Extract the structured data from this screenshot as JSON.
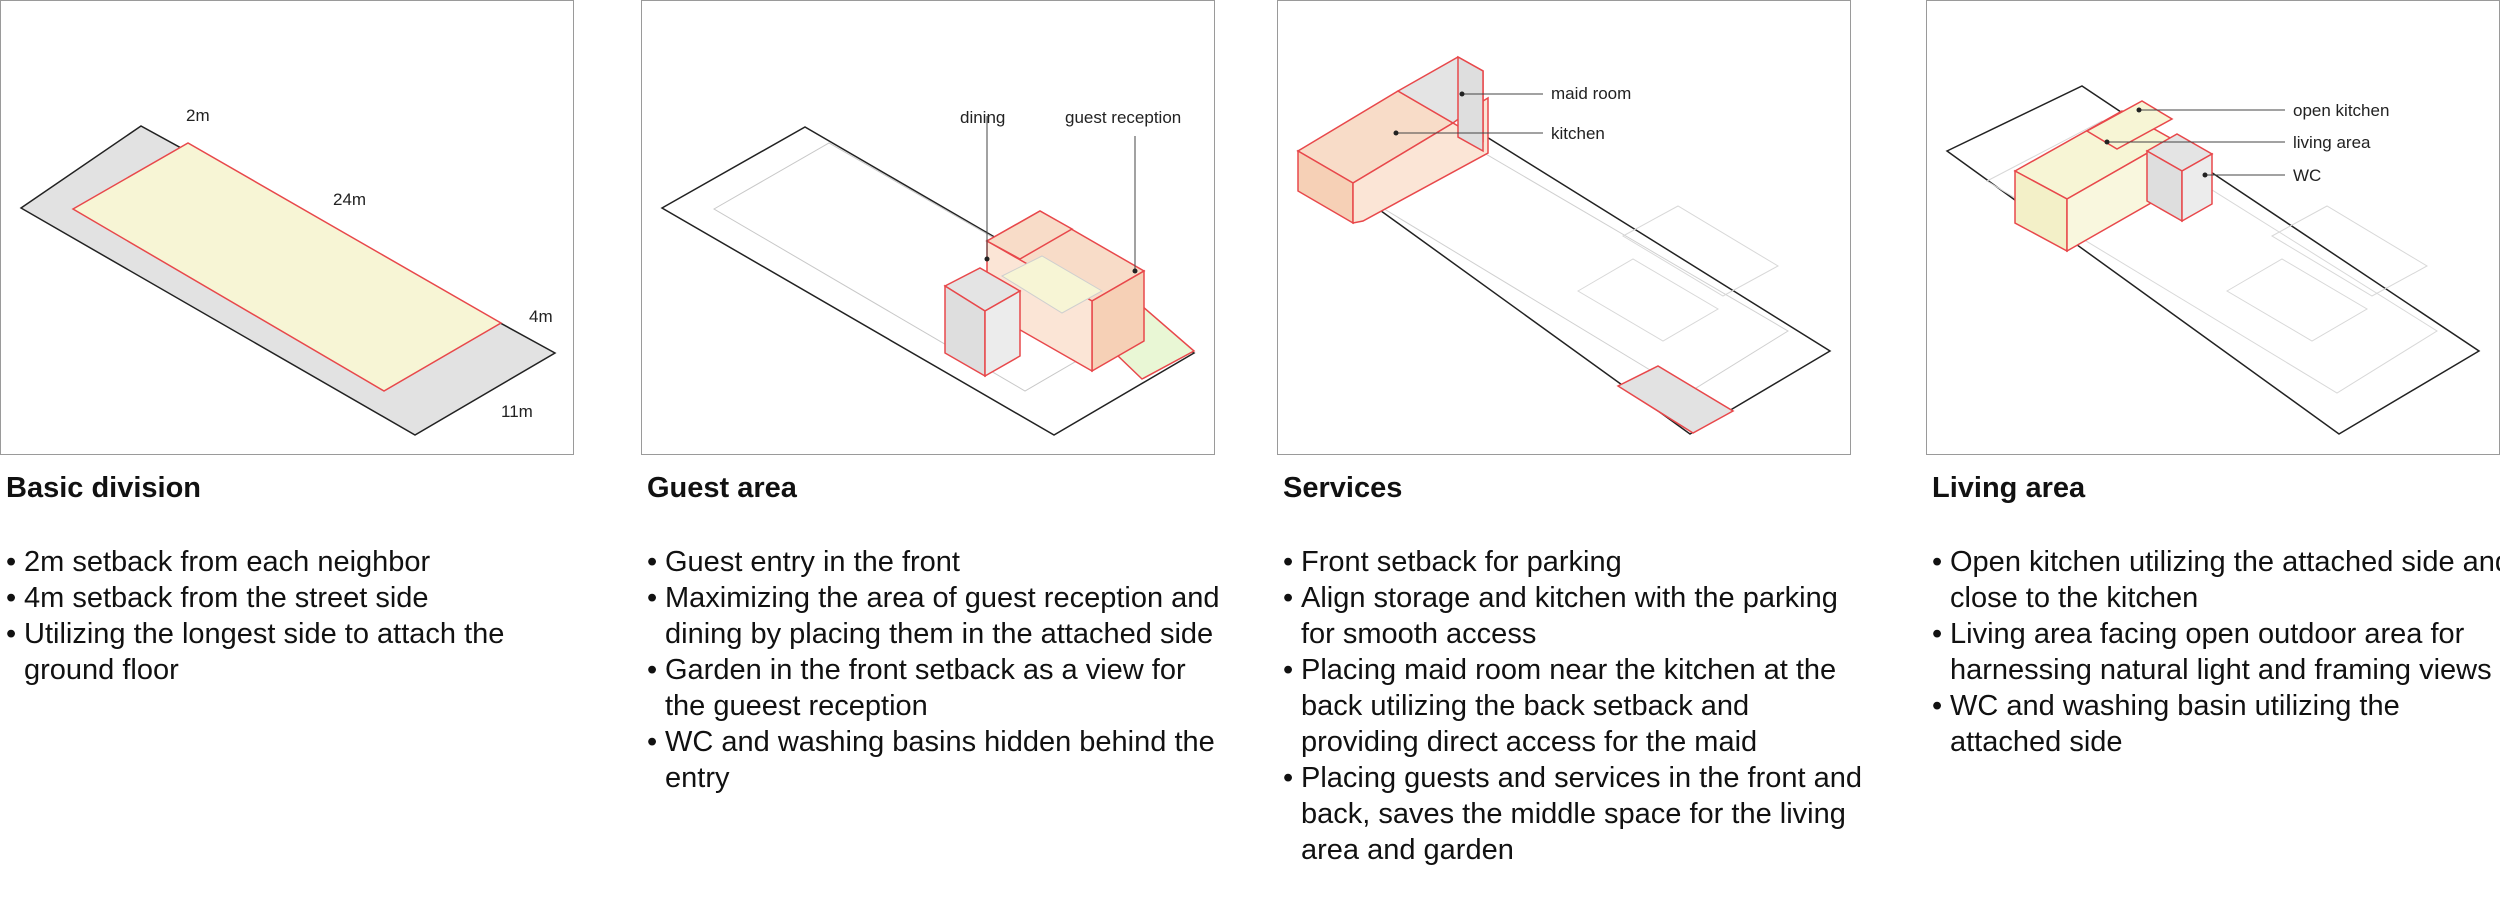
{
  "panels": [
    {
      "title": "Basic division",
      "labels": [
        "2m",
        "24m",
        "4m",
        "11m"
      ],
      "bullets": [
        "2m setback from each neighbor",
        "4m setback from the street side",
        "Utilizing the longest side to attach the ground floor"
      ]
    },
    {
      "title": "Guest area",
      "labels": [
        "dining",
        "guest reception"
      ],
      "bullets": [
        "Guest entry in the front",
        "Maximizing the area of guest reception and dining by placing them in the attached side",
        "Garden in the front setback as a view for the gueest reception",
        "WC and washing basins hidden behind the entry"
      ]
    },
    {
      "title": "Services",
      "labels": [
        "maid room",
        "kitchen"
      ],
      "bullets": [
        "Front setback for parking",
        "Align storage and kitchen with the parking for smooth access",
        "Placing maid room near the kitchen at the back utilizing the back setback and providing direct access for the maid",
        "Placing guests and services in the front and back, saves the middle space for the living area and garden"
      ]
    },
    {
      "title": "Living area",
      "labels": [
        "open kitchen",
        "living area",
        "WC"
      ],
      "bullets": [
        "Open kitchen utilizing the attached side and close to the kitchen",
        "Living area facing open outdoor area for harnessing natural light and framing views",
        "WC and washing basin utilizing the attached side"
      ]
    }
  ],
  "colors": {
    "setback_grey": "#e2e2e2",
    "buildable_yellow": "#f7f5d5",
    "highlight_red": "#e8484b",
    "guest_orange": "#f8dcc8",
    "garden_green": "#e9f7d5",
    "room_grey": "#e0e0e0"
  }
}
